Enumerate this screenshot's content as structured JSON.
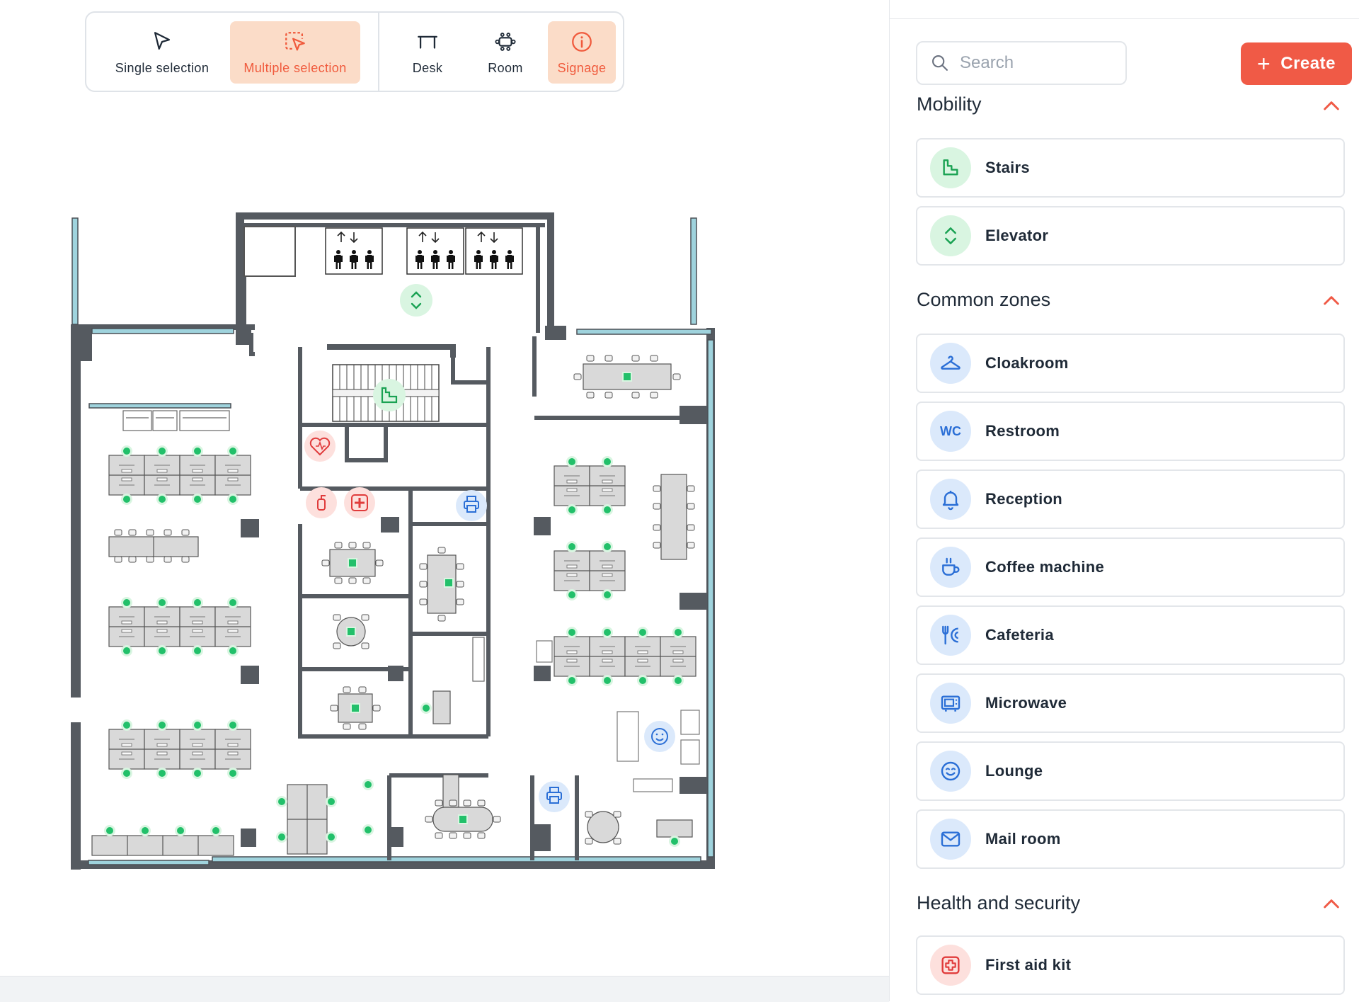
{
  "toolbar": {
    "tools": [
      {
        "label": "Single selection",
        "icon": "cursor-arrow-icon",
        "active": false
      },
      {
        "label": "Multiple selection",
        "icon": "multi-select-cursor-icon",
        "active": true
      },
      {
        "label": "Desk",
        "icon": "desk-icon",
        "active": false
      },
      {
        "label": "Room",
        "icon": "room-icon",
        "active": false
      },
      {
        "label": "Signage",
        "icon": "info-circle-icon",
        "active": true
      }
    ]
  },
  "search": {
    "placeholder": "Search"
  },
  "create_button": {
    "label": "Create"
  },
  "sections": [
    {
      "title": "Mobility",
      "items": [
        {
          "label": "Stairs",
          "icon": "stairs-icon"
        },
        {
          "label": "Elevator",
          "icon": "elevator-icon"
        }
      ]
    },
    {
      "title": "Common zones",
      "items": [
        {
          "label": "Cloakroom",
          "icon": "hanger-icon"
        },
        {
          "label": "Restroom",
          "icon": "wc-icon",
          "icon_text": "WC"
        },
        {
          "label": "Reception",
          "icon": "bell-icon"
        },
        {
          "label": "Coffee machine",
          "icon": "coffee-cup-icon"
        },
        {
          "label": "Cafeteria",
          "icon": "cutlery-icon"
        },
        {
          "label": "Microwave",
          "icon": "microwave-icon"
        },
        {
          "label": "Lounge",
          "icon": "smiley-icon"
        },
        {
          "label": "Mail room",
          "icon": "envelope-icon"
        }
      ]
    },
    {
      "title": "Health and security",
      "items": [
        {
          "label": "First aid kit",
          "icon": "first-aid-icon"
        }
      ]
    }
  ],
  "colors": {
    "accent": "#f05a46",
    "active_tool_bg": "#fbdcc8",
    "mobility_icon": "#1aa253",
    "common_icon": "#2b6fd6",
    "health_icon": "#e03b3b",
    "window": "#9fd3dd",
    "wall": "#555a60",
    "desk_dot": "#22c06a"
  }
}
